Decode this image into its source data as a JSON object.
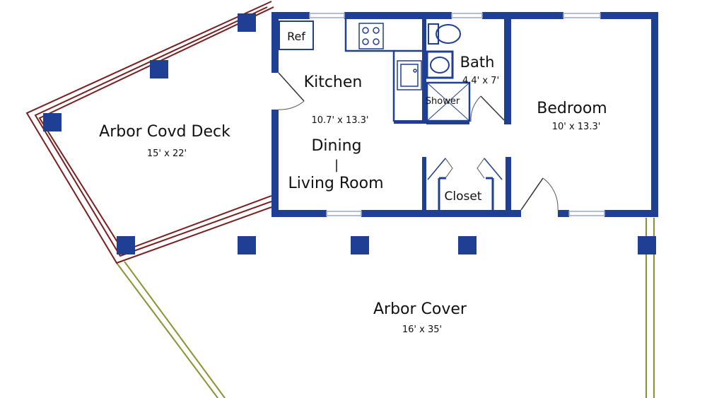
{
  "colors": {
    "wall": "#1f3f94",
    "deck_rail": "#7a1f1f",
    "arbor_rail": "#8c9230",
    "window": "#9aa8c9",
    "fixture": "#1f3f94"
  },
  "rooms": {
    "kitchen": {
      "name": "Kitchen",
      "dims": "10.7' x 13.3'"
    },
    "dining": {
      "line1": "Dining",
      "line2": "|",
      "line3": "Living Room"
    },
    "bath": {
      "name": "Bath",
      "dims": "4.4' x 7'"
    },
    "bedroom": {
      "name": "Bedroom",
      "dims": "10' x 13.3'"
    },
    "closet": {
      "name": "Closet"
    },
    "deck": {
      "name": "Arbor Covd Deck",
      "dims": "15' x 22'"
    },
    "arbor": {
      "name": "Arbor Cover",
      "dims": "16' x 35'"
    }
  },
  "fixtures": {
    "ref": "Ref",
    "shower": "Shower"
  }
}
